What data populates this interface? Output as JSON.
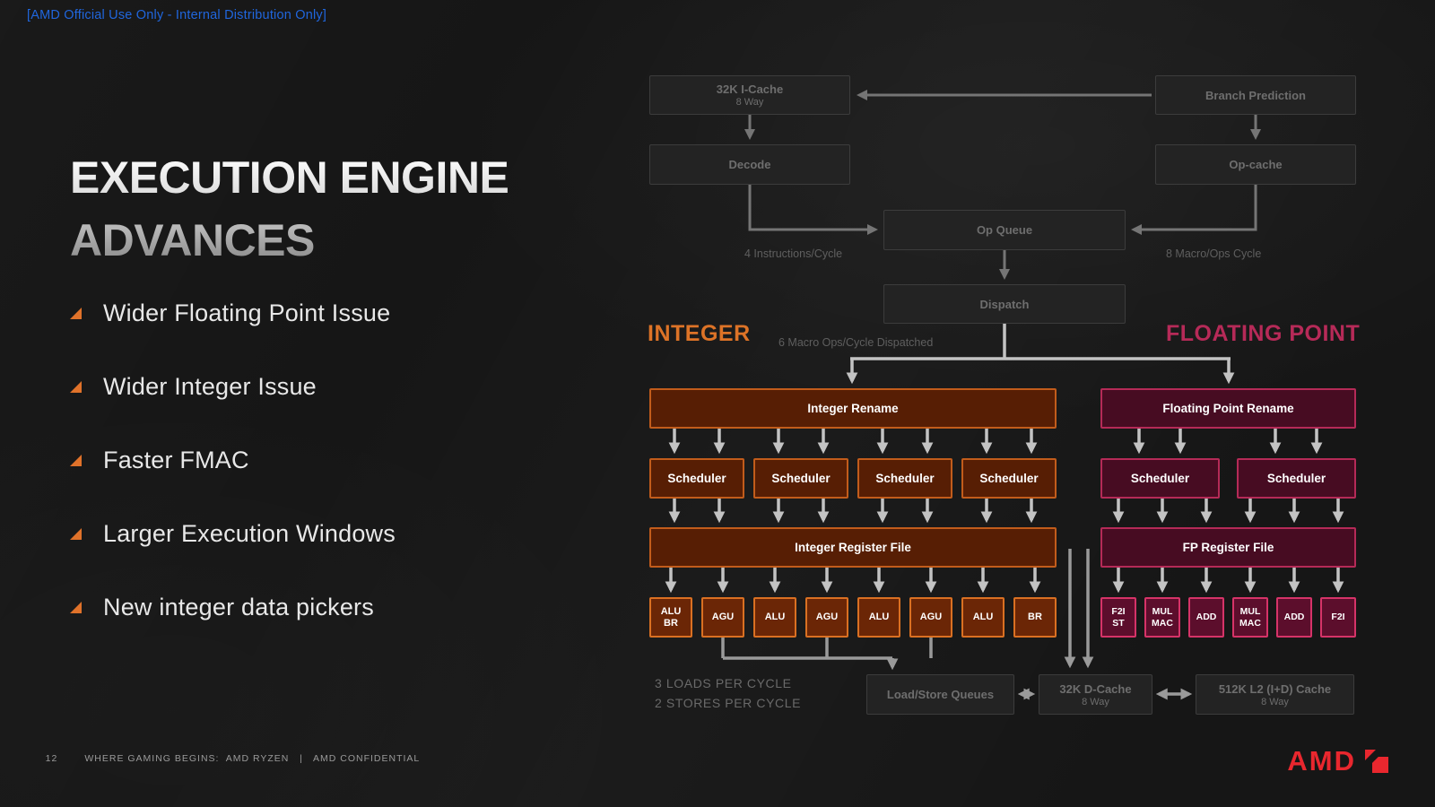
{
  "meta": {
    "classification": "[AMD Official Use Only - Internal Distribution Only]"
  },
  "title": {
    "line1": "EXECUTION ENGINE",
    "line2": "ADVANCES"
  },
  "bullets": [
    "Wider Floating Point Issue",
    "Wider Integer Issue",
    "Faster FMAC",
    "Larger Execution Windows",
    "New integer data pickers"
  ],
  "diagram": {
    "front_end": {
      "icache_line1": "32K I-Cache",
      "icache_line2": "8 Way",
      "branch_prediction": "Branch Prediction",
      "decode": "Decode",
      "op_cache": "Op-cache",
      "op_queue": "Op Queue",
      "dispatch": "Dispatch",
      "decode_rate": "4 Instructions/Cycle",
      "opcache_rate": "8 Macro/Ops Cycle",
      "dispatch_rate": "6 Macro Ops/Cycle Dispatched"
    },
    "integer": {
      "label": "INTEGER",
      "rename": "Integer Rename",
      "schedulers": [
        "Scheduler",
        "Scheduler",
        "Scheduler",
        "Scheduler"
      ],
      "register_file": "Integer Register File",
      "units": [
        "ALU\nBR",
        "AGU",
        "ALU",
        "AGU",
        "ALU",
        "AGU",
        "ALU",
        "BR"
      ]
    },
    "floating_point": {
      "label": "FLOATING POINT",
      "rename": "Floating Point Rename",
      "schedulers": [
        "Scheduler",
        "Scheduler"
      ],
      "register_file": "FP Register File",
      "units": [
        "F2I\nST",
        "MUL\nMAC",
        "ADD",
        "MUL\nMAC",
        "ADD",
        "F2I"
      ]
    },
    "memory": {
      "note_line1": "3 LOADS PER CYCLE",
      "note_line2": "2 STORES PER CYCLE",
      "load_store_queues": "Load/Store Queues",
      "dcache_line1": "32K D-Cache",
      "dcache_line2": "8 Way",
      "l2_line1": "512K L2 (I+D) Cache",
      "l2_line2": "8 Way"
    }
  },
  "footer": {
    "page_number": "12",
    "text": "WHERE GAMING BEGINS:  AMD RYZEN   |   AMD CONFIDENTIAL",
    "logo_text": "AMD"
  },
  "colors": {
    "classification_blue": "#2066dd",
    "integer_accent": "#dd7327",
    "fp_accent": "#b62a58",
    "amd_red": "#e9272e"
  }
}
